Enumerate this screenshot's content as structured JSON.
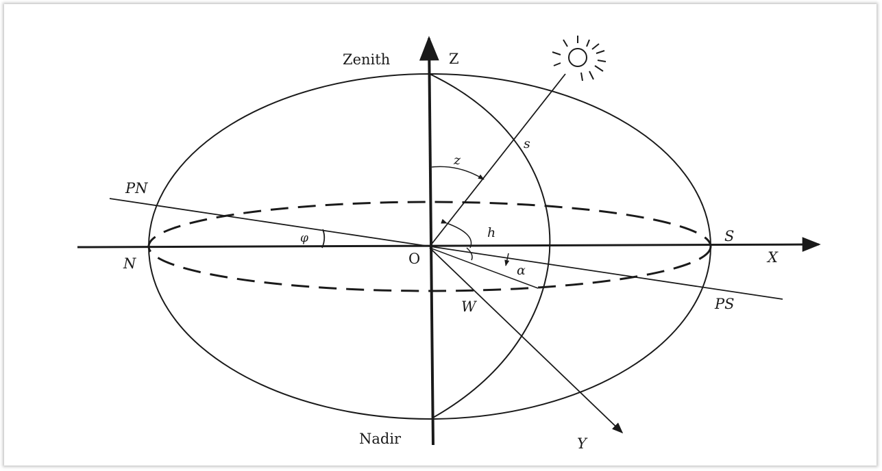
{
  "labels": {
    "zenith": "Zenith",
    "z_axis": "Z",
    "nadir": "Nadir",
    "pn": "PN",
    "ps": "PS",
    "n": "N",
    "s_point": "S",
    "x_axis": "X",
    "y_axis": "Y",
    "origin": "O",
    "w": "W",
    "s_sun": "s",
    "zenith_angle": "z",
    "altitude": "h",
    "azimuth": "α",
    "latitude": "φ"
  }
}
